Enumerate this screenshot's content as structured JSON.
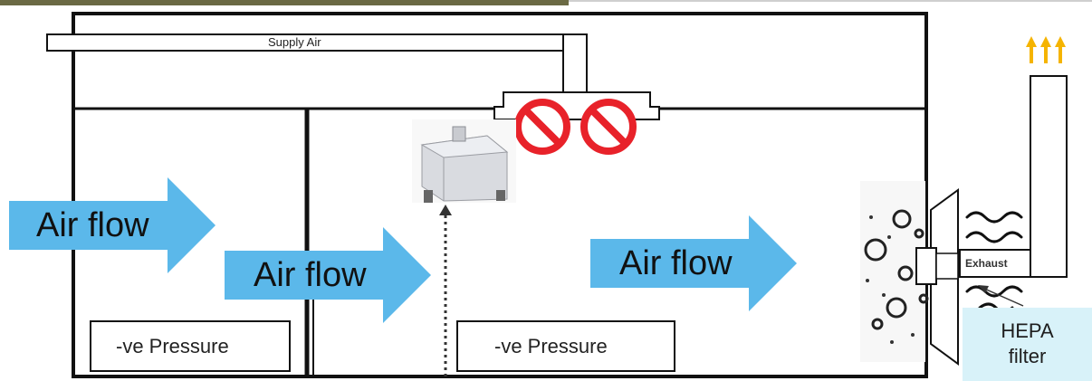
{
  "supply_air_label": "Supply Air",
  "airflow_labels": [
    "Air flow",
    "Air flow",
    "Air flow"
  ],
  "pressure_labels": [
    "-ve Pressure",
    "-ve Pressure"
  ],
  "exhaust_label": "Exhaust",
  "hepa_label_line1": "HEPA",
  "hepa_label_line2": "filter",
  "colors": {
    "arrow": "#5bb8ea",
    "prohibit": "#e8222a",
    "hepa_box": "#d8f2f9",
    "exhaust_arrows": "#f5b400",
    "walls": "#111111"
  }
}
